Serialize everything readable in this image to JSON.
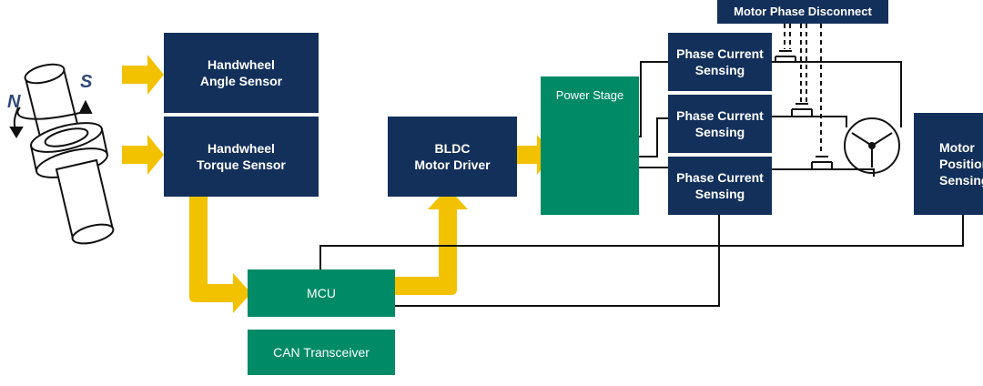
{
  "colors": {
    "navy": "#13305b",
    "green": "#008a66",
    "arrow_yellow": "#f2c200",
    "wire": "#111111",
    "magnet_label": "#2e4a78"
  },
  "magnet": {
    "north_label": "N",
    "south_label": "S"
  },
  "blocks": {
    "angle_sensor": "Handwheel\nAngle Sensor",
    "torque_sensor": "Handwheel\nTorque Sensor",
    "bldc_driver": "BLDC\nMotor Driver",
    "power_stage": "Power Stage",
    "mcu": "MCU",
    "can": "CAN Transceiver",
    "phase_current_1": "Phase Current\nSensing",
    "phase_current_2": "Phase Current\nSensing",
    "phase_current_3": "Phase Current\nSensing",
    "motor_phase_disconnect": "Motor Phase Disconnect",
    "motor_position": "Motor\nPosition\nSensing"
  }
}
